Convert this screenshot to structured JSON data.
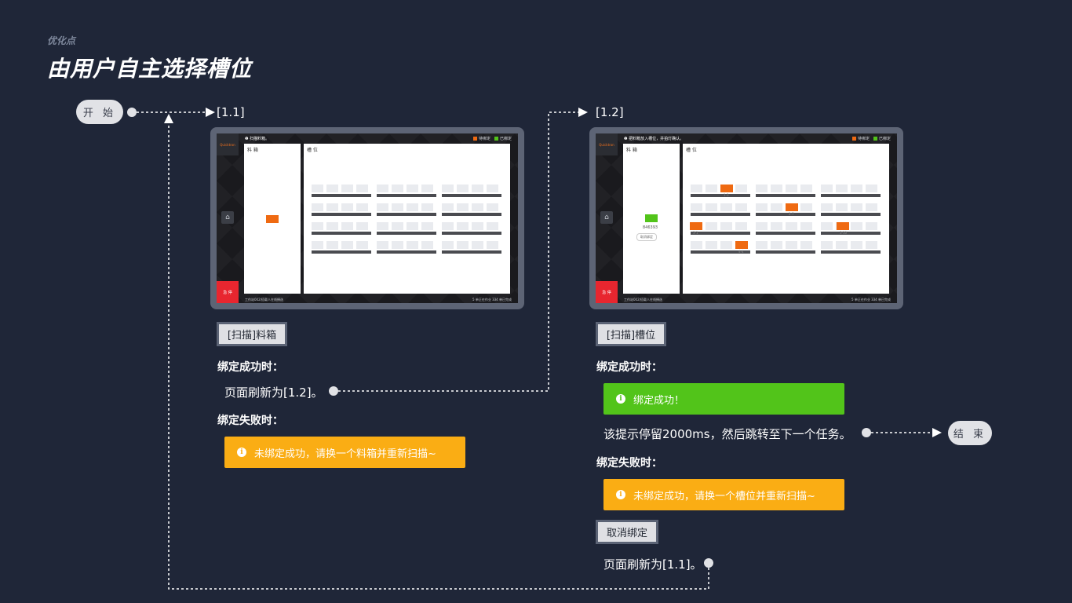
{
  "header": {
    "subtitle": "优化点",
    "title": "由用户自主选择槽位"
  },
  "flow": {
    "start_label": "开 始",
    "end_label": "结 束",
    "step1_label": "[1.1]",
    "step2_label": "[1.2]"
  },
  "screen1": {
    "logo": "Quicktron",
    "top_text": "❶ 扫描料箱。",
    "legend": [
      "待绑定",
      "已绑定"
    ],
    "left_title": "料 箱",
    "right_title": "槽 位",
    "stop": "急 停",
    "footer": "工作站002/搭载人在线揀选",
    "stats": "5 单正在作业  334 单已完成"
  },
  "screen2": {
    "logo": "Quicktron",
    "top_text": "❶ 把料箱放入槽位，并拍灯确认。",
    "legend": [
      "待绑定",
      "已绑定"
    ],
    "left_title": "料 箱",
    "right_title": "槽 位",
    "code": "846393",
    "cancel": "取消绑定",
    "stop": "急 停",
    "footer": "工作站002/搭载人在线揀选",
    "stats": "5 单正在作业  334 单已完成",
    "slot_tags": [
      "1-3",
      "2-7",
      "3-1",
      "3-10",
      "4-4"
    ]
  },
  "col1": {
    "button": "[扫描]料箱",
    "success_heading": "绑定成功时：",
    "success_text": "页面刷新为[1.2]。",
    "fail_heading": "绑定失败时：",
    "fail_alert": "未绑定成功，请换一个料箱并重新扫描~"
  },
  "col2": {
    "button": "[扫描]槽位",
    "success_heading": "绑定成功时：",
    "success_alert": "绑定成功！",
    "success_text": "该提示停留2000ms，然后跳转至下一个任务。",
    "fail_heading": "绑定失败时：",
    "fail_alert": "未绑定成功，请换一个槽位并重新扫描~",
    "cancel_button": "取消绑定",
    "cancel_text": "页面刷新为[1.1]。"
  },
  "colors": {
    "background": "#1f2638",
    "warn": "#faad14",
    "success": "#52c41a",
    "pending": "#ef6a12"
  }
}
